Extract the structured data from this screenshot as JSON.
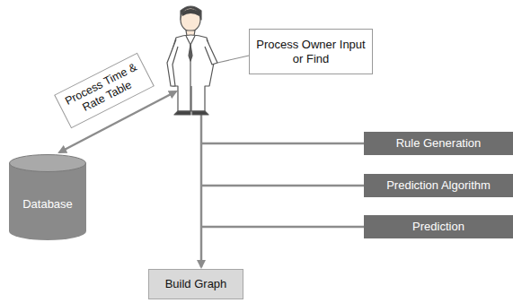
{
  "diagram": {
    "nodes": [
      {
        "text": [
          "Process Owner Input or Find"
        ]
      },
      {
        "text": [
          "Process Time & Rate Table"
        ]
      },
      {
        "text": [
          "Database"
        ]
      },
      {
        "text": [
          "Rule Generation"
        ]
      },
      {
        "text": [
          "Prediction Algorithm"
        ]
      },
      {
        "text": [
          "Prediction"
        ]
      },
      {
        "text": [
          "Build Graph"
        ]
      }
    ]
  }
}
